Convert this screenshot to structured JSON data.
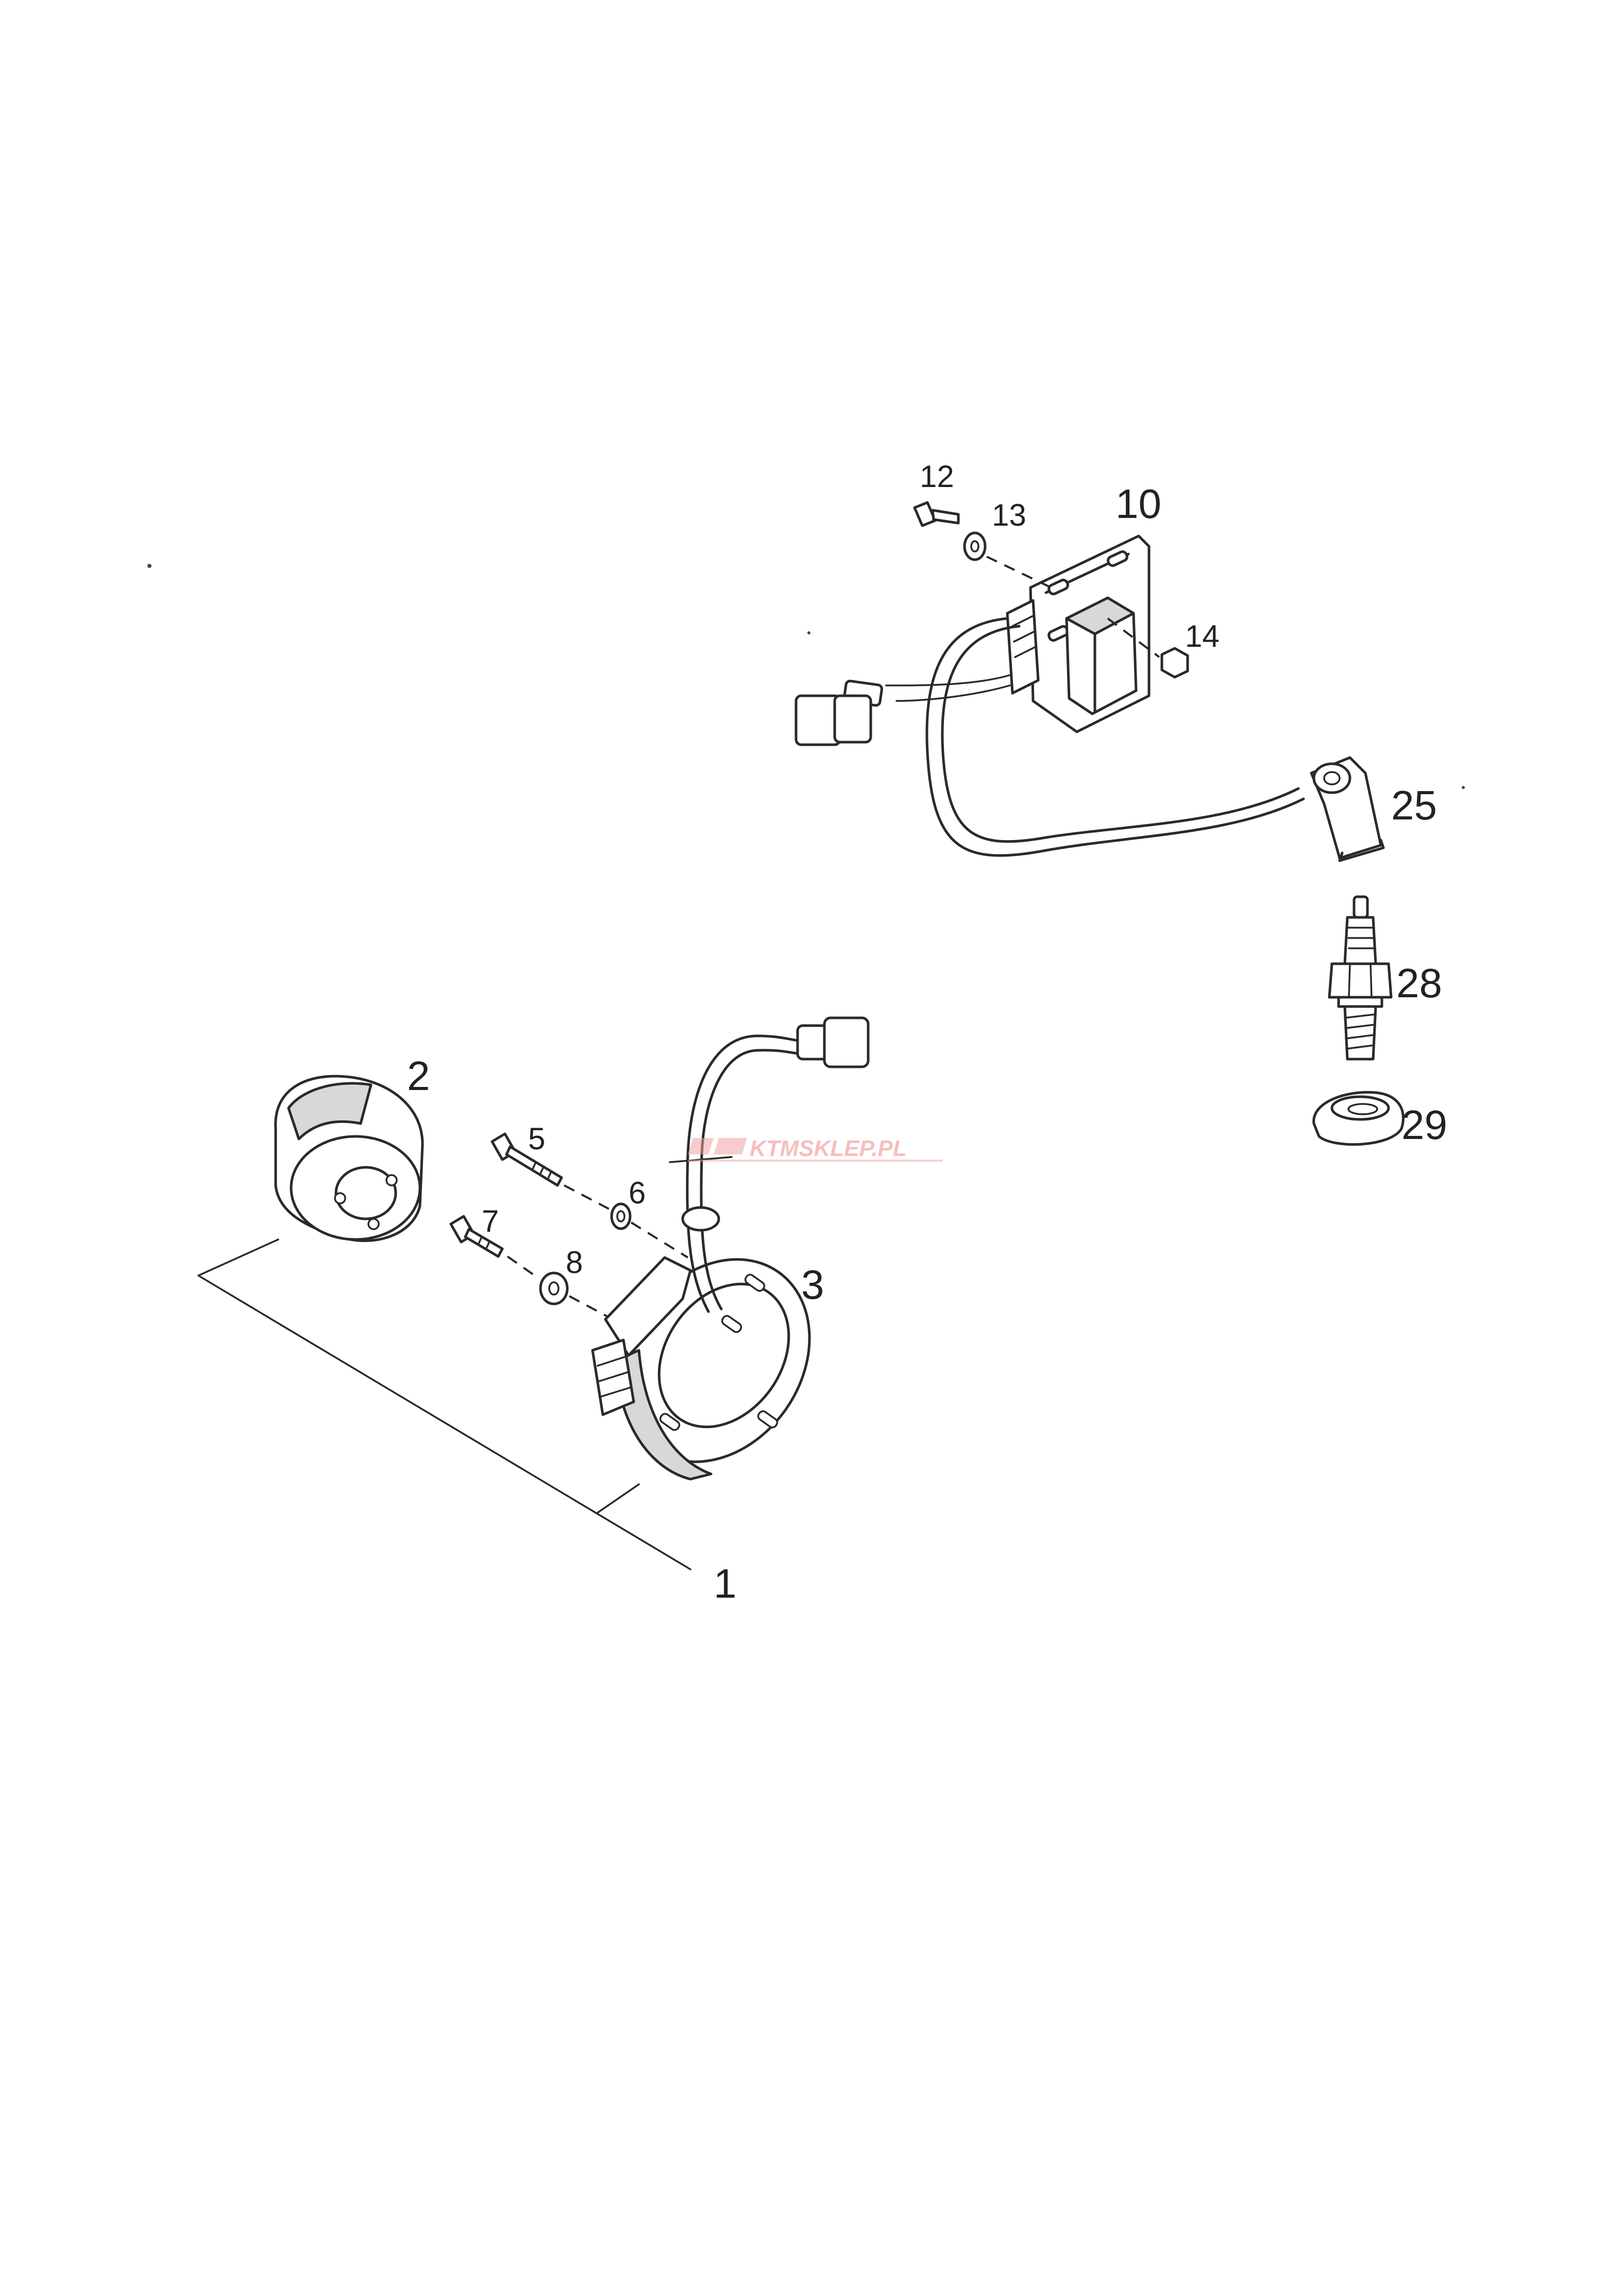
{
  "labels": {
    "p1": "1",
    "p2": "2",
    "p3": "3",
    "p5": "5",
    "p6": "6",
    "p7": "7",
    "p8": "8",
    "p10": "10",
    "p12": "12",
    "p13": "13",
    "p14": "14",
    "p25": "25",
    "p28": "28",
    "p29": "29"
  },
  "watermark": {
    "text": "KTMSKLEP.PL"
  }
}
